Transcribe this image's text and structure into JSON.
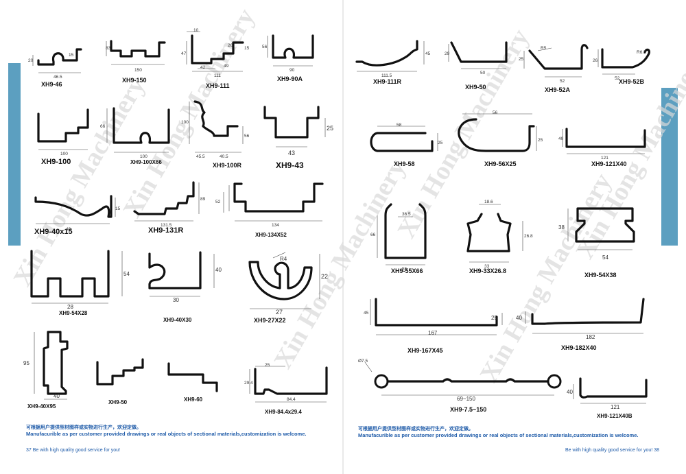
{
  "brand_watermark": "Xin Hong Machinery",
  "colors": {
    "tab": "#5c9fc0",
    "note": "#1d5aa8",
    "stroke": "#111111"
  },
  "left_page": {
    "profiles": [
      {
        "id": "XH9-46",
        "dims": [
          "20",
          "46.5",
          "15"
        ]
      },
      {
        "id": "XH9-150",
        "dims": [
          "83",
          "150"
        ]
      },
      {
        "id": "XH9-111",
        "dims": [
          "10",
          "47",
          "15",
          "42",
          "49",
          "111",
          "26"
        ]
      },
      {
        "id": "XH9-90A",
        "dims": [
          "56",
          "90"
        ]
      },
      {
        "id": "XH9-100",
        "dims": [
          "100"
        ]
      },
      {
        "id": "XH9-100X66",
        "dims": [
          "66",
          "100"
        ]
      },
      {
        "id": "XH9-100R",
        "dims": [
          "100",
          "45.5",
          "40.5",
          "56"
        ]
      },
      {
        "id": "XH9-43",
        "dims": [
          "25",
          "43"
        ]
      },
      {
        "id": "XH9-40x15",
        "dims": [
          "40",
          "15"
        ]
      },
      {
        "id": "XH9-131R",
        "dims": [
          "131.5",
          "89"
        ]
      },
      {
        "id": "XH9-134X52",
        "dims": [
          "52",
          "134"
        ]
      },
      {
        "id": "XH9-54X28",
        "dims": [
          "28",
          "54"
        ]
      },
      {
        "id": "XH9-40X30",
        "dims": [
          "30",
          "40"
        ]
      },
      {
        "id": "XH9-27X22",
        "dims": [
          "R4",
          "22",
          "27"
        ]
      },
      {
        "id": "XH9-40X95",
        "dims": [
          "95",
          "40"
        ]
      },
      {
        "id": "XH9-50",
        "dims": []
      },
      {
        "id": "XH9-60",
        "dims": []
      },
      {
        "id": "XH9-84.4x29.4",
        "dims": [
          "25",
          "29.4",
          "84.4"
        ]
      }
    ],
    "note_cn": "可根据用户提供型材图样或实物进行生产，欢迎定做。",
    "note_en": "Manufacurible as per customer provided drawings or real objects of sectional materials,customization is welcome.",
    "page_number": "37",
    "slogan": "Be with high quality good service for you!"
  },
  "right_page": {
    "profiles": [
      {
        "id": "XH9-111R",
        "dims": [
          "111.5",
          "45"
        ]
      },
      {
        "id": "XH9-50",
        "dims": [
          "50",
          "29"
        ]
      },
      {
        "id": "XH9-52A",
        "dims": [
          "52",
          "R5",
          "25"
        ]
      },
      {
        "id": "XH9-52B",
        "dims": [
          "R6.5",
          "52",
          "26"
        ]
      },
      {
        "id": "XH9-58",
        "dims": [
          "58",
          "25"
        ]
      },
      {
        "id": "XH9-56X25",
        "dims": [
          "56",
          "25"
        ]
      },
      {
        "id": "XH9-121X40",
        "dims": [
          "40",
          "121"
        ]
      },
      {
        "id": "XH9-55X66",
        "dims": [
          "36.5",
          "66",
          "55"
        ]
      },
      {
        "id": "XH9-33X26.8",
        "dims": [
          "18.6",
          "26.8",
          "33"
        ]
      },
      {
        "id": "XH9-54X38",
        "dims": [
          "38",
          "54"
        ]
      },
      {
        "id": "XH9-167X45",
        "dims": [
          "45",
          "25",
          "167"
        ]
      },
      {
        "id": "XH9-182X40",
        "dims": [
          "40",
          "182"
        ]
      },
      {
        "id": "XH9-7.5~150",
        "dims": [
          "Ø7.5",
          "69~150"
        ]
      },
      {
        "id": "XH9-121X40B",
        "dims": [
          "40",
          "121"
        ]
      }
    ],
    "note_cn": "可根据用户提供型材图样或实物进行生产，欢迎定做。",
    "note_en": "Manufacurible as per customer provided drawings or real objects of sectional materials,customization is welcome.",
    "page_number": "38",
    "slogan": "Be with high quality good service for you!"
  }
}
